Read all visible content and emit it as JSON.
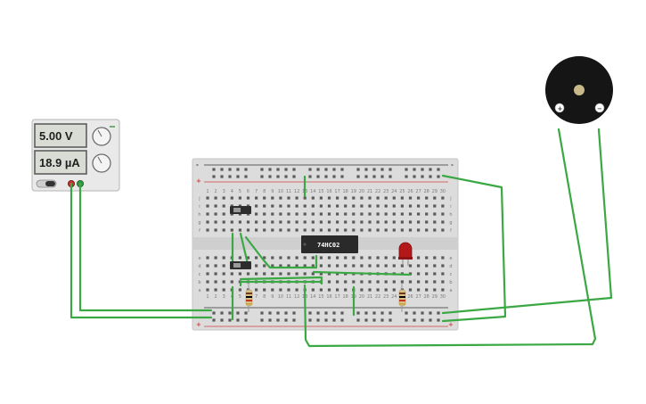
{
  "power_supply": {
    "voltage_display": "5.00 V",
    "current_display": "18.9 µA"
  },
  "breadboard": {
    "column_numbers": [
      "1",
      "2",
      "3",
      "4",
      "5",
      "6",
      "7",
      "8",
      "9",
      "10",
      "11",
      "12",
      "13",
      "14",
      "15",
      "16",
      "17",
      "18",
      "19",
      "20",
      "21",
      "22",
      "23",
      "24",
      "25",
      "26",
      "27",
      "28",
      "29",
      "30"
    ],
    "row_letters_top": [
      "j",
      "i",
      "h",
      "g",
      "f"
    ],
    "row_letters_bottom": [
      "e",
      "d",
      "c",
      "b",
      "a"
    ],
    "rail_plus": "+",
    "rail_minus": "-"
  },
  "chip": {
    "label": "74HC02"
  },
  "buzzer": {
    "plus_label": "+",
    "minus_label": "−"
  },
  "colors": {
    "wire": "#3aa843",
    "board": "#dcdcdc",
    "chip": "#2a2a2a",
    "led": "#b3181a",
    "rail_red": "#d44040",
    "rail_black": "#333333"
  }
}
